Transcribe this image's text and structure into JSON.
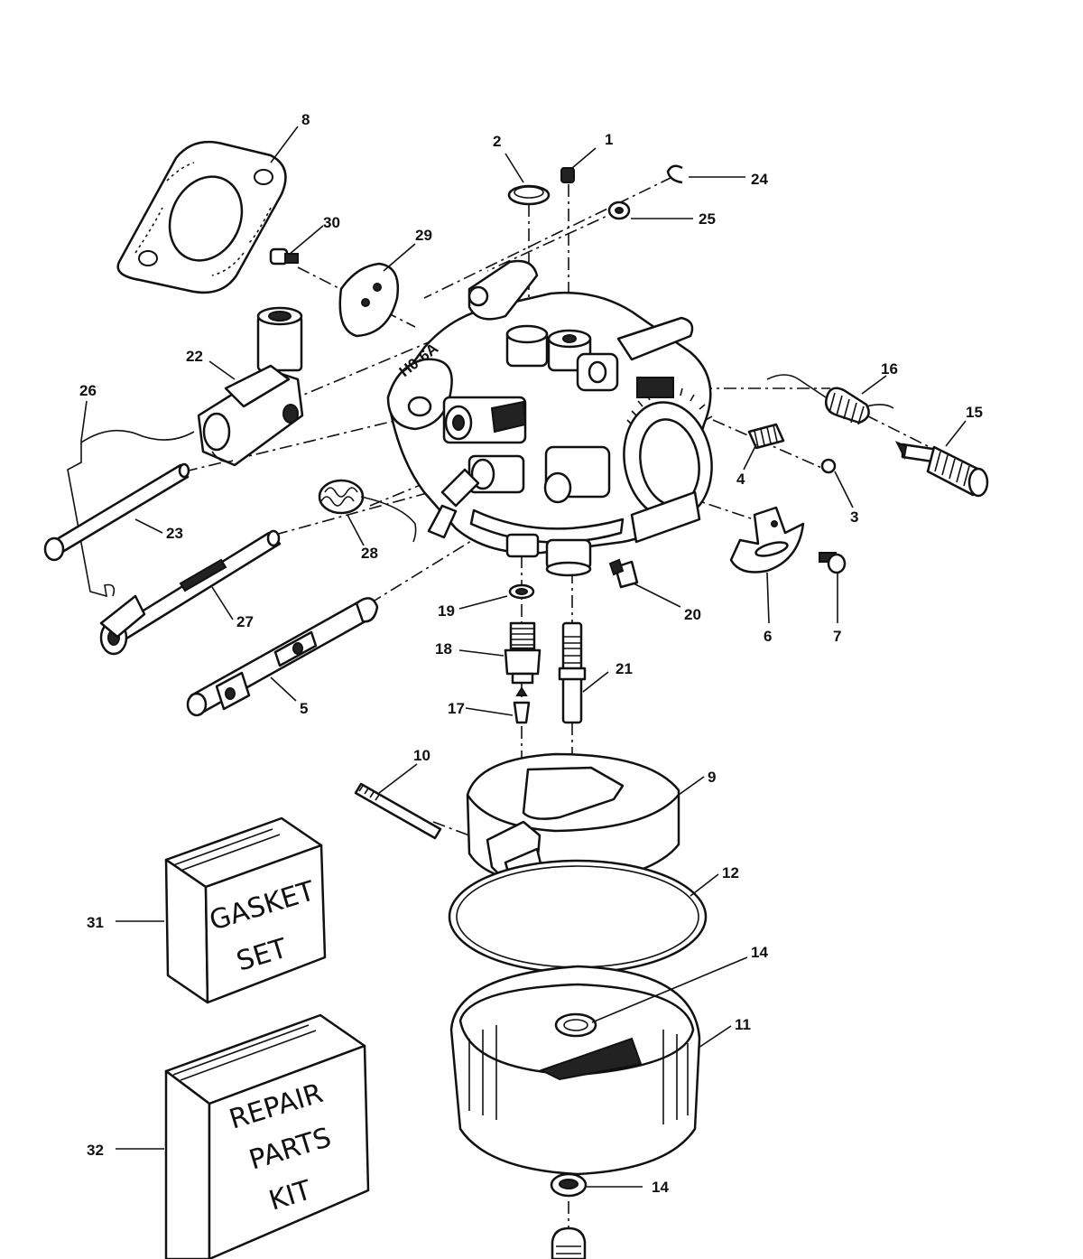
{
  "callouts": [
    "1",
    "2",
    "3",
    "4",
    "5",
    "6",
    "7",
    "8",
    "9",
    "10",
    "11",
    "12",
    "14",
    "14",
    "15",
    "16",
    "17",
    "18",
    "19",
    "20",
    "21",
    "22",
    "23",
    "24",
    "25",
    "26",
    "27",
    "28",
    "29",
    "30",
    "31",
    "32"
  ],
  "kits": {
    "gasket_set": [
      "GASKET",
      "SET"
    ],
    "repair_kit": [
      "REPAIR",
      "PARTS",
      "KIT"
    ]
  },
  "body_stamp": "H0-6A"
}
